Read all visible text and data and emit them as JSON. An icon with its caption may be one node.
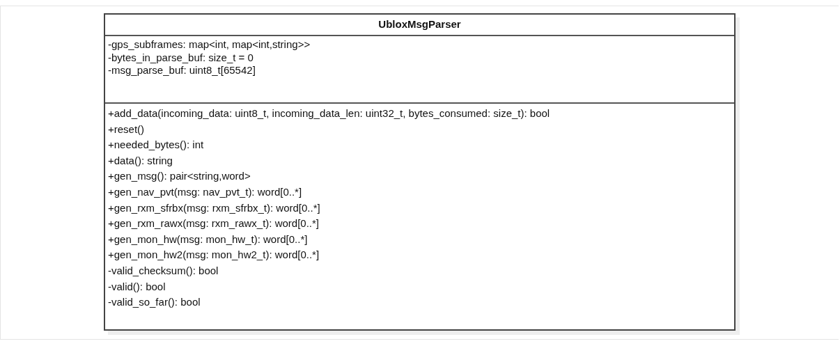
{
  "diagram": {
    "nodes": [
      {
        "text": [
          "UbloxMsgParser"
        ]
      },
      {
        "text": [
          "-gps_subframes: map<int, map<int,string>>",
          "-bytes_in_parse_buf: size_t = 0",
          "-msg_parse_buf: uint8_t[65542]"
        ],
        "in": 0
      },
      {
        "text": [
          "+add_data(incoming_data: uint8_t, incoming_data_len: uint32_t, bytes_consumed: size_t): bool",
          "+reset()",
          "+needed_bytes(): int",
          "+data(): string",
          "+gen_msg(): pair<string,word>",
          "+gen_nav_pvt(msg: nav_pvt_t): word[0..*]",
          "+gen_rxm_sfrbx(msg: rxm_sfrbx_t): word[0..*]",
          "+gen_rxm_rawx(msg: rxm_rawx_t): word[0..*]",
          "+gen_mon_hw(msg: mon_hw_t): word[0..*]",
          "+gen_mon_hw2(msg: mon_hw2_t): word[0..*]",
          "-valid_checksum(): bool",
          "-valid(): bool",
          "-valid_so_far(): bool"
        ],
        "in": 0
      }
    ]
  }
}
